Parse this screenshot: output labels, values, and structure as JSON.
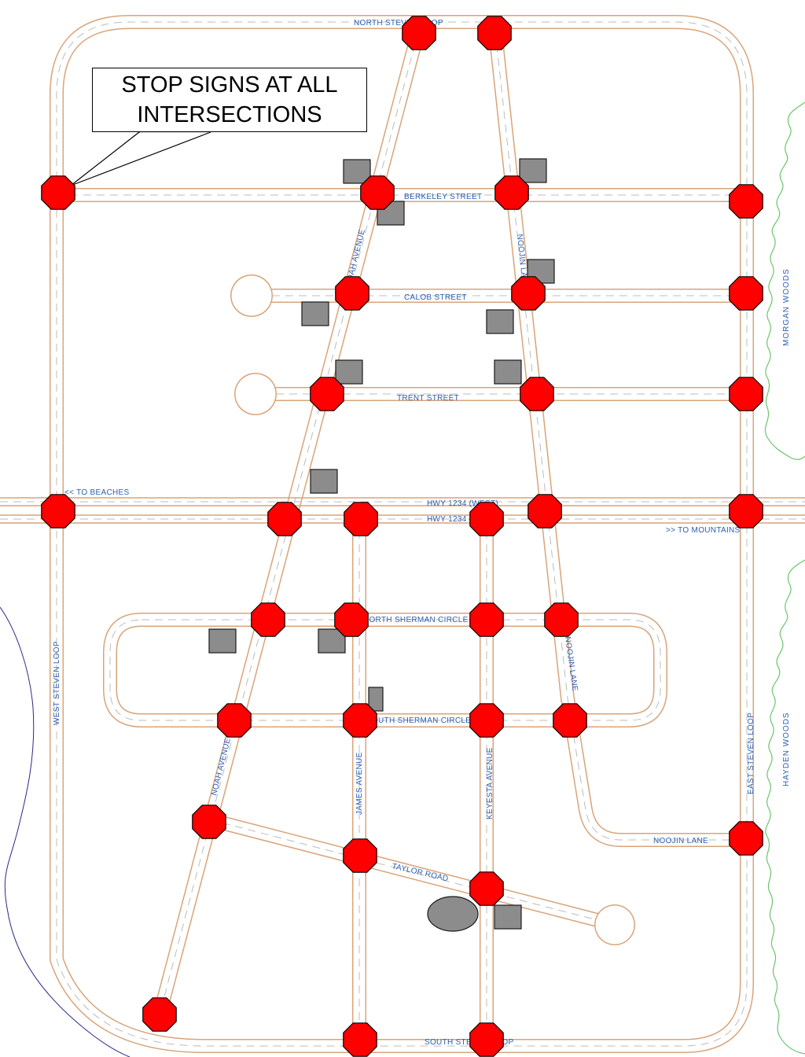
{
  "callout": {
    "line1": "STOP SIGNS AT ALL",
    "line2": "INTERSECTIONS"
  },
  "streets": {
    "north_loop": "NORTH  STEVEN  LOOP",
    "south_loop": "SOUTH  STEVEN  LOOP",
    "west_loop": "WEST  STEVEN  LOOP",
    "east_loop": "EAST  STEVEN  LOOP",
    "berkeley": "BERKELEY STREET",
    "calob": "CALOB STREET",
    "trent": "TRENT STREET",
    "hwy_west": "HWY 1234 (WEST)",
    "hwy_east": "HWY 1234 (EAST)",
    "to_beaches": "<< TO BEACHES",
    "to_mountains": ">> TO MOUNTAINS",
    "north_sherman": "NORTH  SHERMAN  CIRCLE",
    "south_sherman": "SOUTH  SHERMAN  CIRCLE",
    "noah_upper": "NOAH AVENUE",
    "noah_lower": "NOAH AVENUE",
    "noojin_upper": "NOOJIN LANE",
    "noojin_mid": "NOOJIN  LANE",
    "noojin_lower": "NOOJIN  LANE",
    "james": "JAMES  AVENUE",
    "keyesta": "KEYESTA  AVENUE",
    "taylor": "TAYLOR  ROAD"
  },
  "areas": {
    "morgan_woods": "MORGAN  WOODS",
    "hayden_woods": "HAYDEN  WOODS"
  },
  "colors": {
    "stop_sign": "#ff0000",
    "road_edge": "#d9a47a",
    "label": "#2a5db0",
    "building": "#8c8c8c",
    "woods": "#6cc46c"
  }
}
